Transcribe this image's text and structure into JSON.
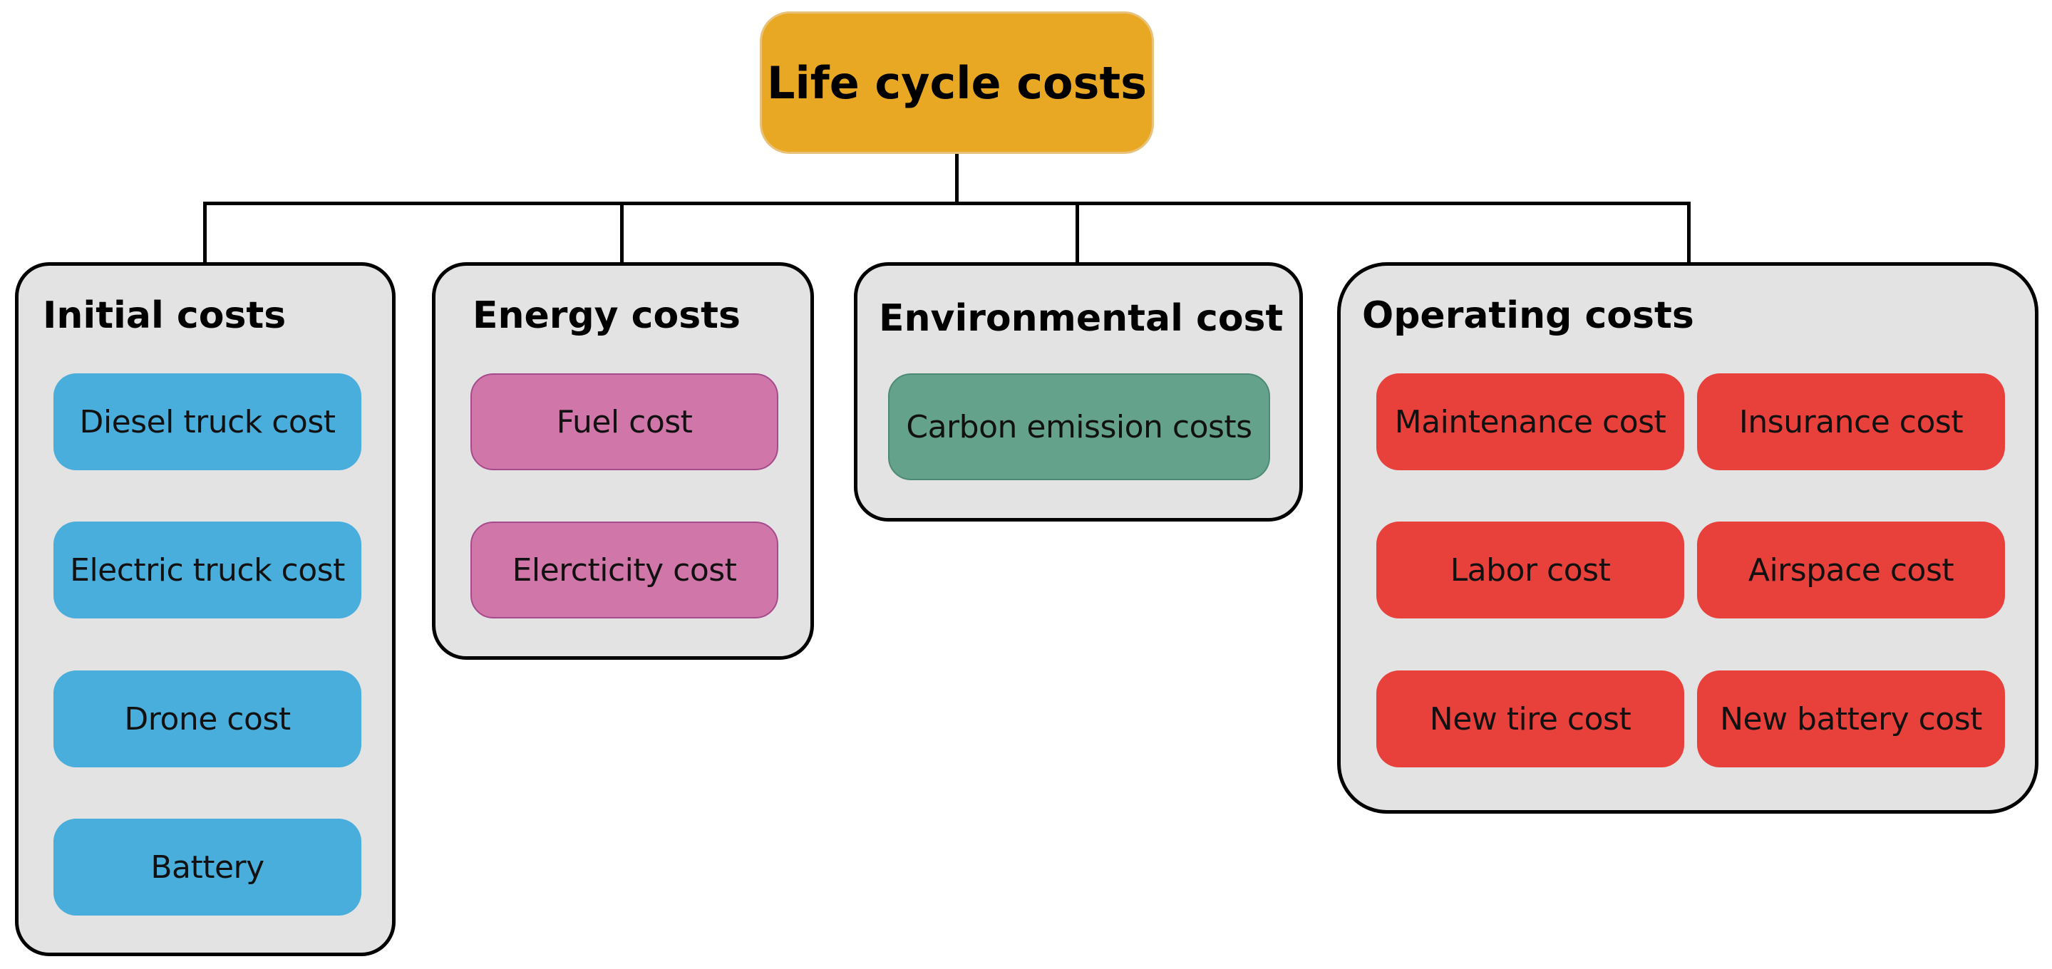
{
  "colors": {
    "root": "#e9a823",
    "group_background": "#e3e3e3",
    "initial": "#4aaedc",
    "energy": "#d176a8",
    "environmental": "#64a28b",
    "operating": "#e8413c"
  },
  "root": {
    "label": "Life cycle costs"
  },
  "groups": [
    {
      "title": "Initial costs",
      "items": [
        "Diesel truck cost",
        "Electric truck cost",
        "Drone cost",
        "Battery"
      ]
    },
    {
      "title": "Energy costs",
      "items": [
        "Fuel cost",
        "Elercticity cost"
      ]
    },
    {
      "title": "Environmental cost",
      "items": [
        "Carbon emission costs"
      ]
    },
    {
      "title": "Operating costs",
      "items": [
        "Maintenance cost",
        "Insurance cost",
        "Labor cost",
        "Airspace cost",
        "New tire cost",
        "New battery cost"
      ]
    }
  ]
}
